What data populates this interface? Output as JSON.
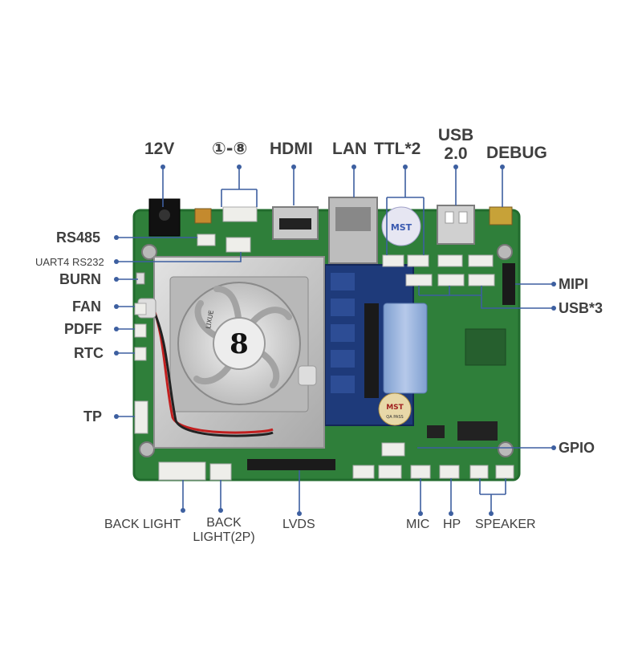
{
  "colors": {
    "pcb": "#2f7f3a",
    "pcb_dark": "#226b2e",
    "heatsink": "#c8c8c8",
    "fan": "#d6d6d6",
    "leader": "#3d5fa0",
    "label_text": "#3f3f3f",
    "connector": "#eeeeea"
  },
  "labels": {
    "top": {
      "v12": "12V",
      "range": "①-⑧",
      "hdmi": "HDMI",
      "lan": "LAN",
      "ttl": "TTL*2",
      "usb2_line1": "USB",
      "usb2_line2": "2.0",
      "debug": "DEBUG"
    },
    "left": {
      "rs485": "RS485",
      "uart": "UART4 RS232",
      "burn": "BURN",
      "fan": "FAN",
      "pdff": "PDFF",
      "rtc": "RTC",
      "tp": "TP"
    },
    "right": {
      "mipi": "MIPI",
      "usb3": "USB*3",
      "gpio": "GPIO"
    },
    "bottom": {
      "backlight": "BACK LIGHT",
      "backlight2p_line1": "BACK",
      "backlight2p_line2": "LIGHT(2P)",
      "lvds": "LVDS",
      "mic": "MIC",
      "hp": "HP",
      "speaker": "SPEAKER"
    }
  },
  "board_text": {
    "fan_logo": "LIXUE",
    "sticker1": "MST",
    "sticker2": "MST",
    "sticker2_sub": "QA PASS"
  }
}
